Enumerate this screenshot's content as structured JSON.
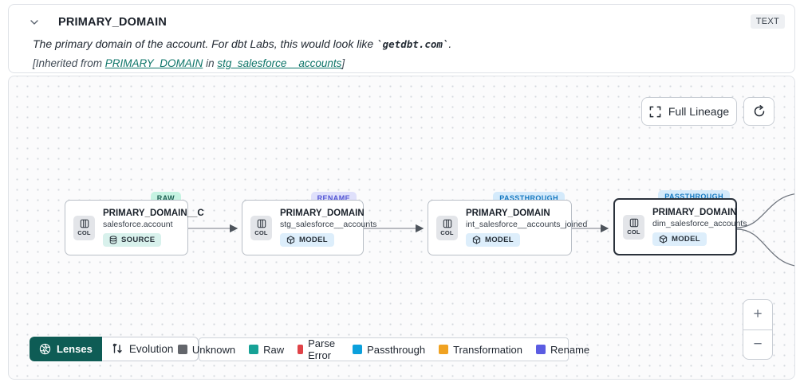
{
  "header": {
    "title": "PRIMARY_DOMAIN",
    "type_badge": "TEXT",
    "description": {
      "prefix": "The primary domain of the account. For dbt Labs, this would look like ",
      "code": "`getdbt.com`",
      "suffix": "."
    },
    "inherited": {
      "prefix": "[Inherited from ",
      "column_link": "PRIMARY_DOMAIN",
      "middle": " in ",
      "model_link": "stg_salesforce__accounts",
      "suffix": "]"
    }
  },
  "toolbar": {
    "full_lineage_label": "Full Lineage"
  },
  "lineage": {
    "col_label": "COL",
    "nodes": [
      {
        "title": "PRIMARY_DOMAIN__C",
        "subtitle": "salesforce.account",
        "kind": "SOURCE",
        "status": "RAW"
      },
      {
        "title": "PRIMARY_DOMAIN",
        "subtitle": "stg_salesforce__accounts",
        "kind": "MODEL",
        "status": "RENAME"
      },
      {
        "title": "PRIMARY_DOMAIN",
        "subtitle": "int_salesforce__accounts_joined",
        "kind": "MODEL",
        "status": "PASSTHROUGH"
      },
      {
        "title": "PRIMARY_DOMAIN",
        "subtitle": "dim_salesforce_accounts",
        "kind": "MODEL",
        "status": "PASSTHROUGH",
        "selected": true
      }
    ]
  },
  "footer": {
    "lenses_label": "Lenses",
    "lens_selected": "Evolution",
    "legend": [
      {
        "label": "Unknown",
        "color": "#63666B"
      },
      {
        "label": "Raw",
        "color": "#17A296"
      },
      {
        "label": "Parse Error",
        "color": "#E04348"
      },
      {
        "label": "Passthrough",
        "color": "#0BA0DC"
      },
      {
        "label": "Transformation",
        "color": "#F0A221"
      },
      {
        "label": "Rename",
        "color": "#5B5CE2"
      }
    ]
  },
  "zoom_controls": {
    "zoom_in": "+",
    "zoom_out": "−"
  },
  "colors": {
    "lenses_button": "#0E5C55",
    "link": "#0E7569",
    "status_raw_bg": "#C6F3E2",
    "status_rename_bg": "#DFE0FB",
    "status_passthrough_bg": "#D4EAFB",
    "selected_node_border": "#2A313B"
  }
}
